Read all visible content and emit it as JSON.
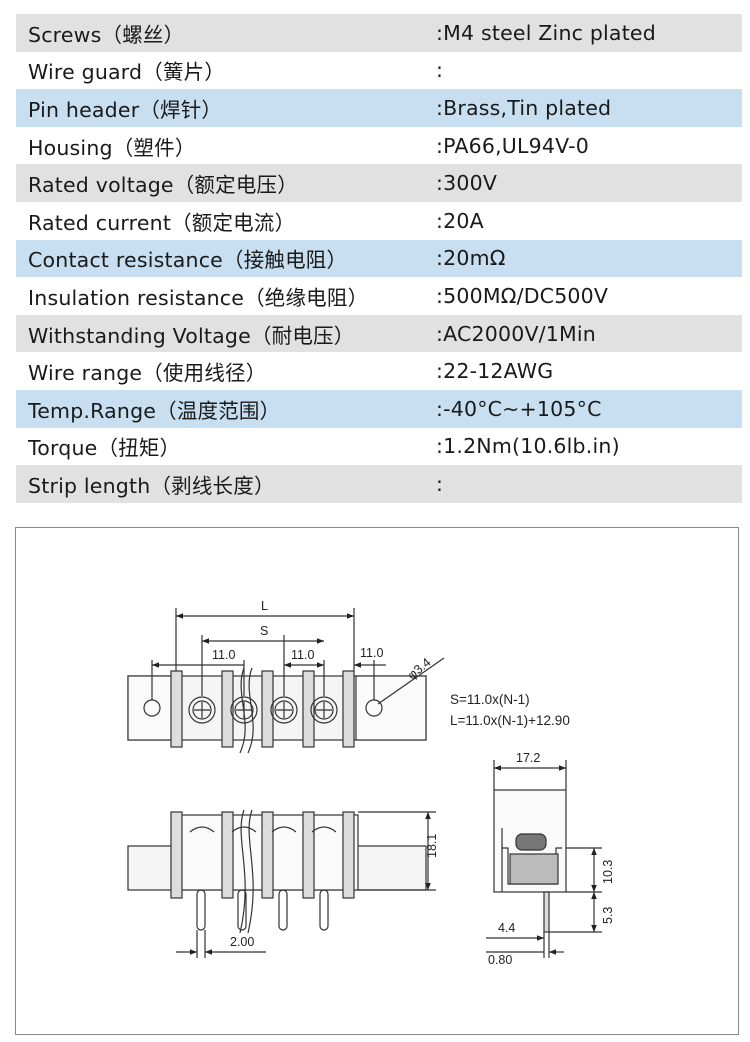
{
  "specs": [
    {
      "label": "Screws（螺丝）",
      "value": ":M4 steel Zinc plated",
      "shade": "gray"
    },
    {
      "label": "Wire guard（簧片）",
      "value": ":",
      "shade": "white"
    },
    {
      "label": "Pin header（焊针）",
      "value": ":Brass,Tin plated",
      "shade": "blue"
    },
    {
      "label": "Housing（塑件）",
      "value": ":PA66,UL94V-0",
      "shade": "white"
    },
    {
      "label": "Rated voltage（额定电压）",
      "value": ":300V",
      "shade": "gray"
    },
    {
      "label": "Rated current（额定电流）",
      "value": ":20A",
      "shade": "white"
    },
    {
      "label": "Contact resistance（接触电阻）",
      "value": ":20mΩ",
      "shade": "blue"
    },
    {
      "label": "Insulation resistance（绝缘电阻）",
      "value": ":500MΩ/DC500V",
      "shade": "white"
    },
    {
      "label": "Withstanding Voltage（耐电压）",
      "value": ":AC2000V/1Min",
      "shade": "gray"
    },
    {
      "label": "Wire range（使用线径）",
      "value": ":22-12AWG",
      "shade": "white"
    },
    {
      "label": "Temp.Range（温度范围）",
      "value": ":-40°C~+105°C",
      "shade": "blue"
    },
    {
      "label": "Torque（扭矩）",
      "value": ":1.2Nm(10.6lb.in)",
      "shade": "white"
    },
    {
      "label": "Strip length（剥线长度）",
      "value": ":",
      "shade": "gray"
    }
  ],
  "drawing": {
    "dim_L": "L",
    "dim_S": "S",
    "pitch_1": "11.0",
    "pitch_2": "11.0",
    "end_offset": "11.0",
    "hole_dia": "φ3.4",
    "formula_S": "S=11.0x(N-1)",
    "formula_L": "L=11.0x(N-1)+12.90",
    "height_total": "18.1",
    "pin_spacing": "2.00",
    "side_width": "17.2",
    "side_height": "10.3",
    "pin_length": "5.3",
    "pin_offset": "4.4",
    "pin_thickness": "0.80"
  }
}
